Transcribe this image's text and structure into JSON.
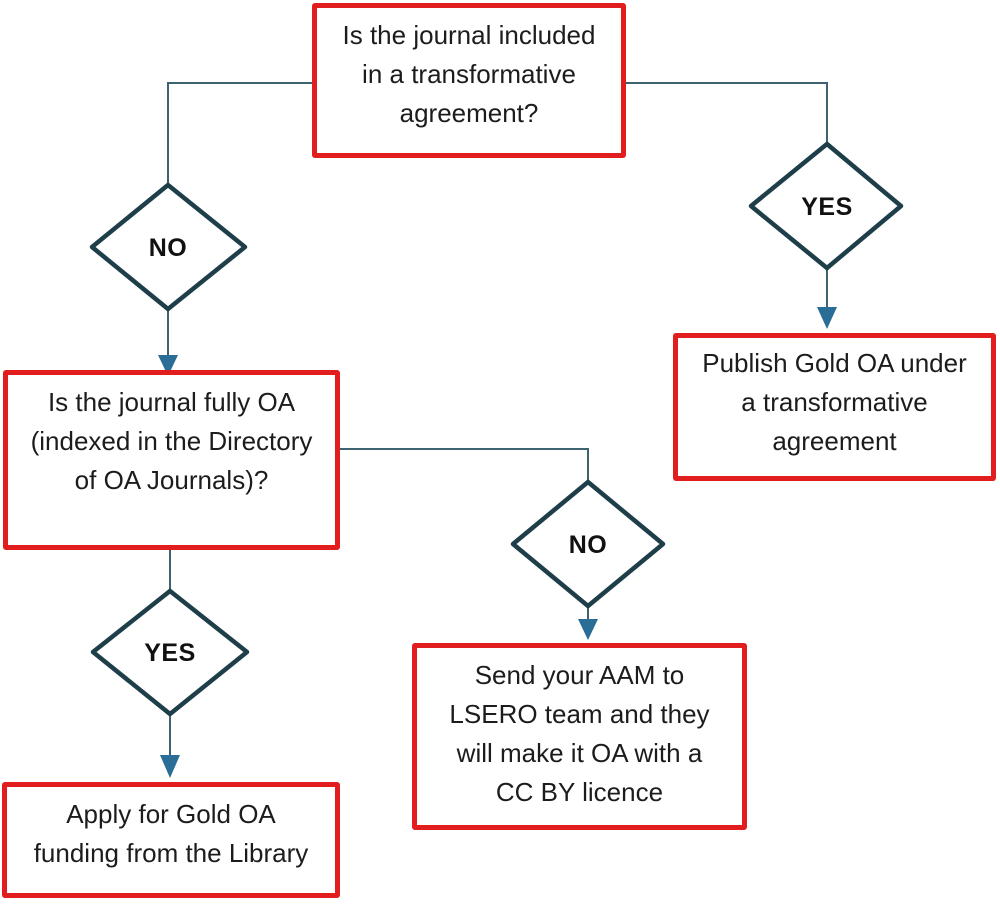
{
  "flowchart": {
    "nodes": {
      "q1": {
        "text": "Is the journal included\nin a transformative\nagreement?"
      },
      "decision_no_1": {
        "label": "NO"
      },
      "decision_yes_1": {
        "label": "YES"
      },
      "q2": {
        "text": "Is the journal fully OA\n(indexed in the Directory\nof OA Journals)?"
      },
      "decision_no_2": {
        "label": "NO"
      },
      "decision_yes_2": {
        "label": "YES"
      },
      "outcome_transformative": {
        "text": "Publish Gold OA under\na transformative\nagreement"
      },
      "outcome_aam": {
        "text": "Send your AAM to\nLSERO team and they\nwill make it OA with a\nCC BY licence"
      },
      "outcome_funding": {
        "text": "Apply for Gold OA\nfunding from the Library"
      }
    },
    "edges": [
      {
        "from": "q1",
        "decision": "NO",
        "to": "q2"
      },
      {
        "from": "q1",
        "decision": "YES",
        "to": "outcome_transformative"
      },
      {
        "from": "q2",
        "decision": "NO",
        "to": "outcome_aam"
      },
      {
        "from": "q2",
        "decision": "YES",
        "to": "outcome_funding"
      }
    ],
    "colors": {
      "box_border": "#e21d1d",
      "diamond_stroke": "#1e3e4a",
      "connector_line": "#3c636f",
      "arrowhead": "#2a6d96",
      "text": "#1c1c1c",
      "background": "#ffffff"
    }
  }
}
